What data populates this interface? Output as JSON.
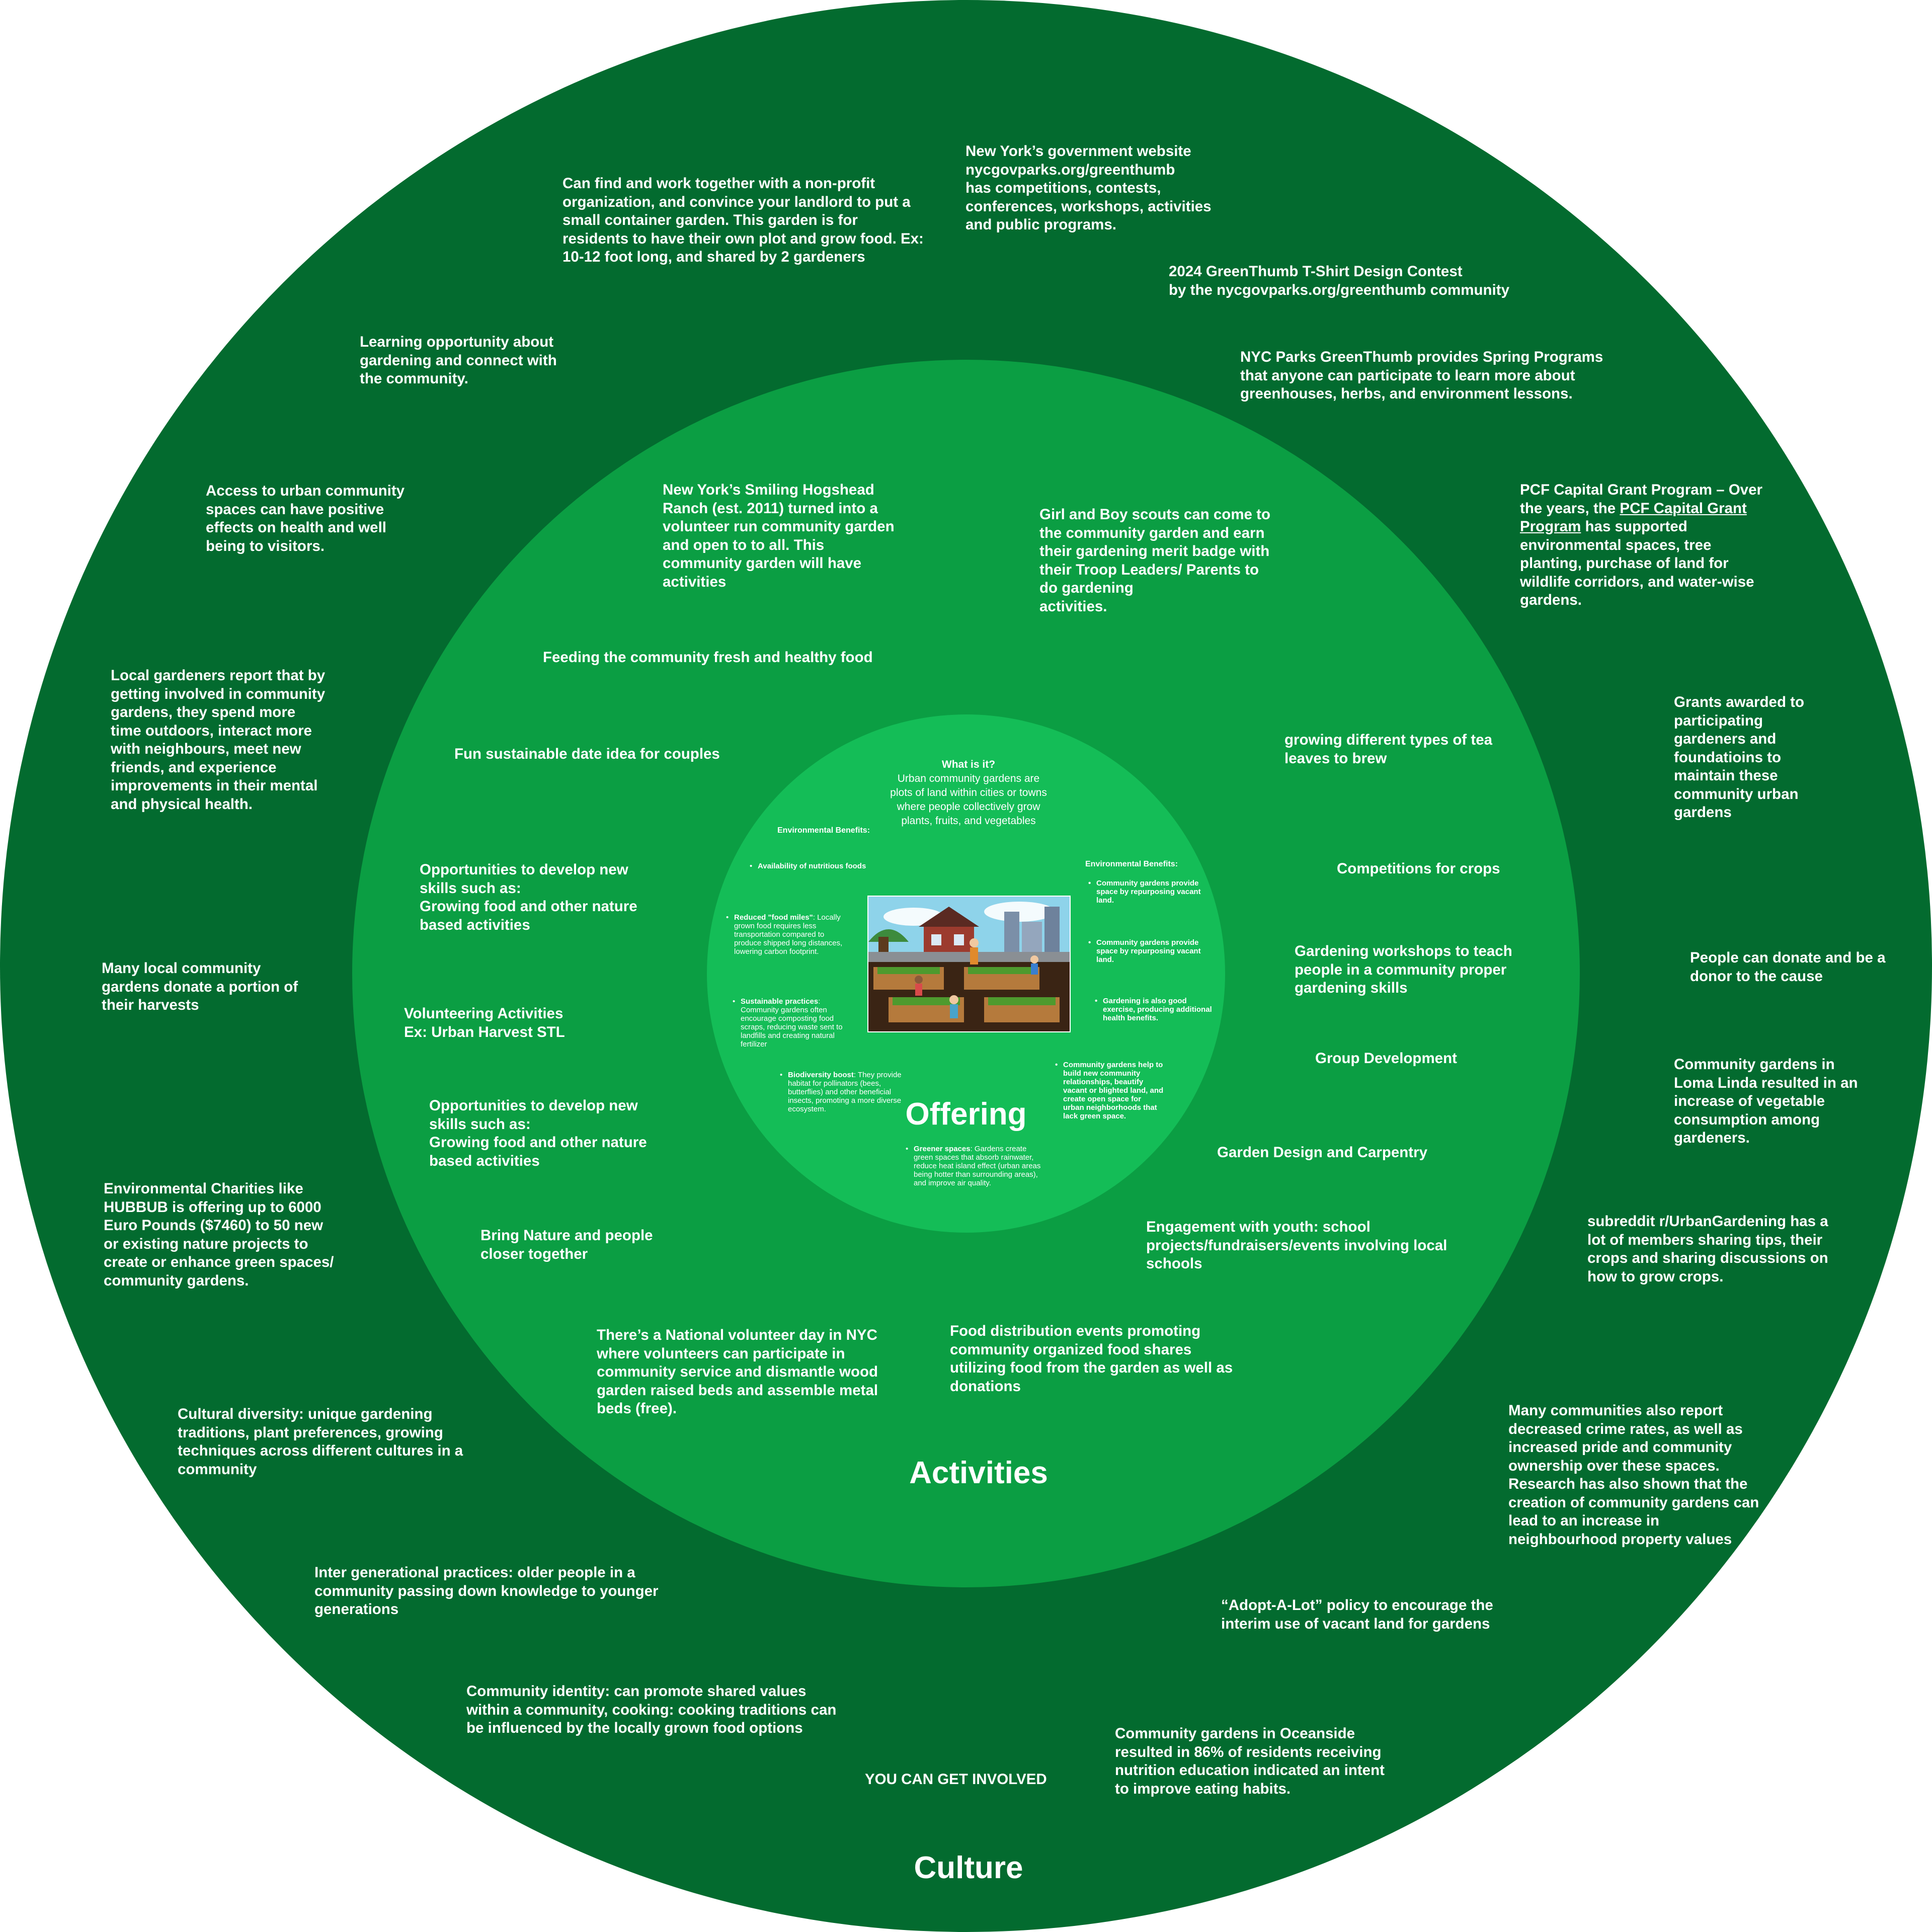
{
  "rings": {
    "culture": {
      "title": "Culture",
      "color": "#036b2f"
    },
    "activities": {
      "title": "Activities",
      "color": "#0b9e43"
    },
    "offering": {
      "title": "Offering",
      "color": "#14bd57"
    }
  },
  "culture_notes": [
    "Can find and work together with a non-profit organization, and convince your landlord to put a small container garden. This garden is for residents to have their own plot and grow food. Ex: 10-12 foot  long, and shared by 2 gardeners",
    "New York’s government website\nnycgovparks.org/greenthumb\nhas competitions, contests, conferences, workshops, activities and public programs.",
    "2024 GreenThumb T-Shirt Design Contest\nby the nycgovparks.org/greenthumb community",
    "Learning opportunity about gardening and connect with the community.",
    "NYC Parks GreenThumb provides Spring Programs that anyone can participate to learn more about greenhouses, herbs, and environment lessons.",
    "Access to urban community spaces can have  positive effects on health and well being to visitors.",
    " Local gardeners report that by getting involved in community gardens, they spend more time outdoors, interact more with neighbours, meet new friends, and experience improvements in their mental and physical health.",
    "Grants awarded to participating gardeners and foundatioins to maintain these community urban gardens",
    "Many local community gardens donate a portion of their harvests",
    "People can donate and be a donor to the cause",
    "Community gardens in Loma Linda resulted in an increase of vegetable consumption among gardeners.",
    "Environmental Charities like HUBBUB is offering up to 6000 Euro Pounds ($7460) to 50 new or existing nature projects to create or enhance green spaces/ community gardens.",
    "subreddit r/UrbanGardening has a lot of members sharing tips, their crops and sharing discussions on how to grow crops.",
    "Cultural diversity: unique gardening traditions, plant preferences, growing techniques across different cultures in a community",
    "Many communities also report decreased crime rates, as well as increased pride and community ownership over these spaces. Research has also shown that the creation of community gardens can lead to an increase in neighbourhood property values",
    "Inter generational practices: older people in a community passing down knowledge to younger generations",
    "“Adopt-A-Lot” policy to encourage the interim use of vacant land for gardens",
    "Community identity: can promote shared values within a community, cooking: cooking traditions can be influenced by the locally grown food options",
    "YOU CAN GET INVOLVED",
    "Community gardens in Oceanside resulted in 86% of residents receiving nutrition education indicated an intent to improve eating habits."
  ],
  "pcf_note": {
    "lead": "PCF Capital Grant Program – Over the years, the ",
    "link": "PCF Capital Grant Program",
    "rest": " has supported environmental spaces, tree planting, purchase of land for wildlife corridors, and water-wise gardens."
  },
  "activity_notes": [
    "New York’s Smiling Hogshead Ranch (est. 2011) turned into a volunteer run community garden and open to to all. This community garden will have activities",
    "Girl and Boy scouts can come to the community garden and earn their gardening merit badge with their Troop Leaders/ Parents to do gardening\n activities.",
    "Feeding the community fresh and healthy food",
    "Fun sustainable date idea for couples",
    "growing different types of tea leaves to brew",
    "Opportunities to develop new skills such as:\nGrowing food and other nature based activities",
    "Competitions for crops",
    "Gardening workshops to teach people in a community proper gardening skills",
    "Volunteering Activities\nEx: Urban Harvest STL",
    "Group Development",
    "Opportunities to develop new skills such as:\nGrowing food and other nature based activities",
    "Garden Design and Carpentry",
    "Bring Nature and people closer together",
    " Engagement with youth: school projects/fundraisers/events involving local schools",
    "There’s a National volunteer day in NYC where volunteers can participate in community service and dismantle wood garden raised beds and assemble metal beds (free).",
    "Food distribution events promoting community organized food shares utilizing food from the garden as well as donations"
  ],
  "offering": {
    "what_q": "What is it?",
    "what_a": "Urban community gardens are plots of land within cities or towns where people collectively grow plants, fruits, and vegetables",
    "env_left_header": "Environmental Benefits:",
    "env_right_header": "Environmental Benefits:",
    "left_bullets": [
      {
        "title": "Availability of nutritious foods",
        "text": ""
      },
      {
        "title": "Reduced \"food miles\"",
        "text": ": Locally grown food requires less transportation compared to produce shipped long distances, lowering carbon footprint."
      },
      {
        "title": "Sustainable practices",
        "text": ": Community gardens often encourage composting food scraps, reducing waste sent to landfills and creating natural fertilizer"
      },
      {
        "title": "Biodiversity boost",
        "text": ": They provide habitat for pollinators (bees, butterflies) and other beneficial insects, promoting a more diverse ecosystem."
      },
      {
        "title": "Greener spaces",
        "text": ": Gardens create green spaces that absorb rainwater, reduce heat island effect (urban areas being hotter than surrounding areas), and improve air quality."
      }
    ],
    "right_bullets": [
      "Community gardens provide space by repurposing vacant land.",
      "Community gardens provide space by repurposing vacant land.",
      "Gardening is also good exercise, producing additional health benefits.",
      "Community gardens help to build new community relationships, beautify vacant or blighted land, and create open space for urban neighborhoods that lack green space."
    ]
  }
}
